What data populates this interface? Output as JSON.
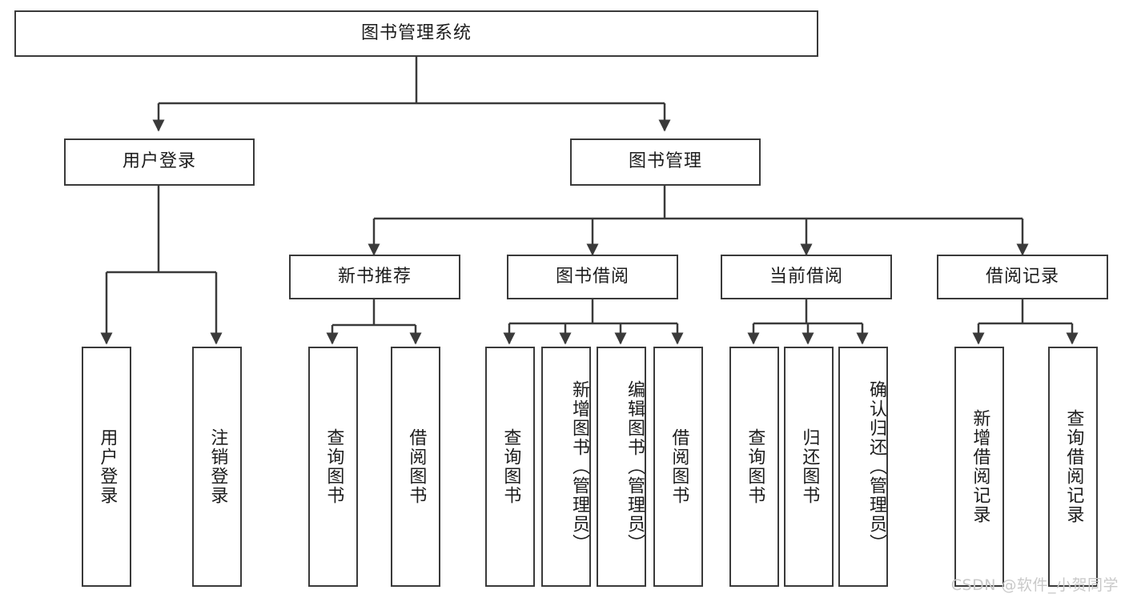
{
  "diagram": {
    "title": "图书管理系统",
    "type": "功能结构图",
    "root": {
      "label": "图书管理系统"
    },
    "level2": [
      {
        "label": "用户登录"
      },
      {
        "label": "图书管理"
      }
    ],
    "level3": [
      {
        "label": "新书推荐"
      },
      {
        "label": "图书借阅"
      },
      {
        "label": "当前借阅"
      },
      {
        "label": "借阅记录"
      }
    ],
    "leaves": {
      "user_login": [
        {
          "label": "用户登录"
        },
        {
          "label": "注销登录"
        }
      ],
      "new_book_recommend": [
        {
          "label": "查询图书"
        },
        {
          "label": "借阅图书"
        }
      ],
      "book_borrow": [
        {
          "label": "查询图书"
        },
        {
          "label": "新增图书（管理员）"
        },
        {
          "label": "编辑图书（管理员）"
        },
        {
          "label": "借阅图书"
        }
      ],
      "current_borrow": [
        {
          "label": "查询图书"
        },
        {
          "label": "归还图书"
        },
        {
          "label": "确认归还（管理员）"
        }
      ],
      "borrow_record": [
        {
          "label": "新增借阅记录"
        },
        {
          "label": "查询借阅记录"
        }
      ]
    }
  },
  "watermark": {
    "text": "CSDN @软件_小贺同学"
  },
  "colors": {
    "stroke": "#3a3a3a",
    "text": "#1c1c1c",
    "background": "#ffffff",
    "watermark": "#c9c9c9"
  }
}
